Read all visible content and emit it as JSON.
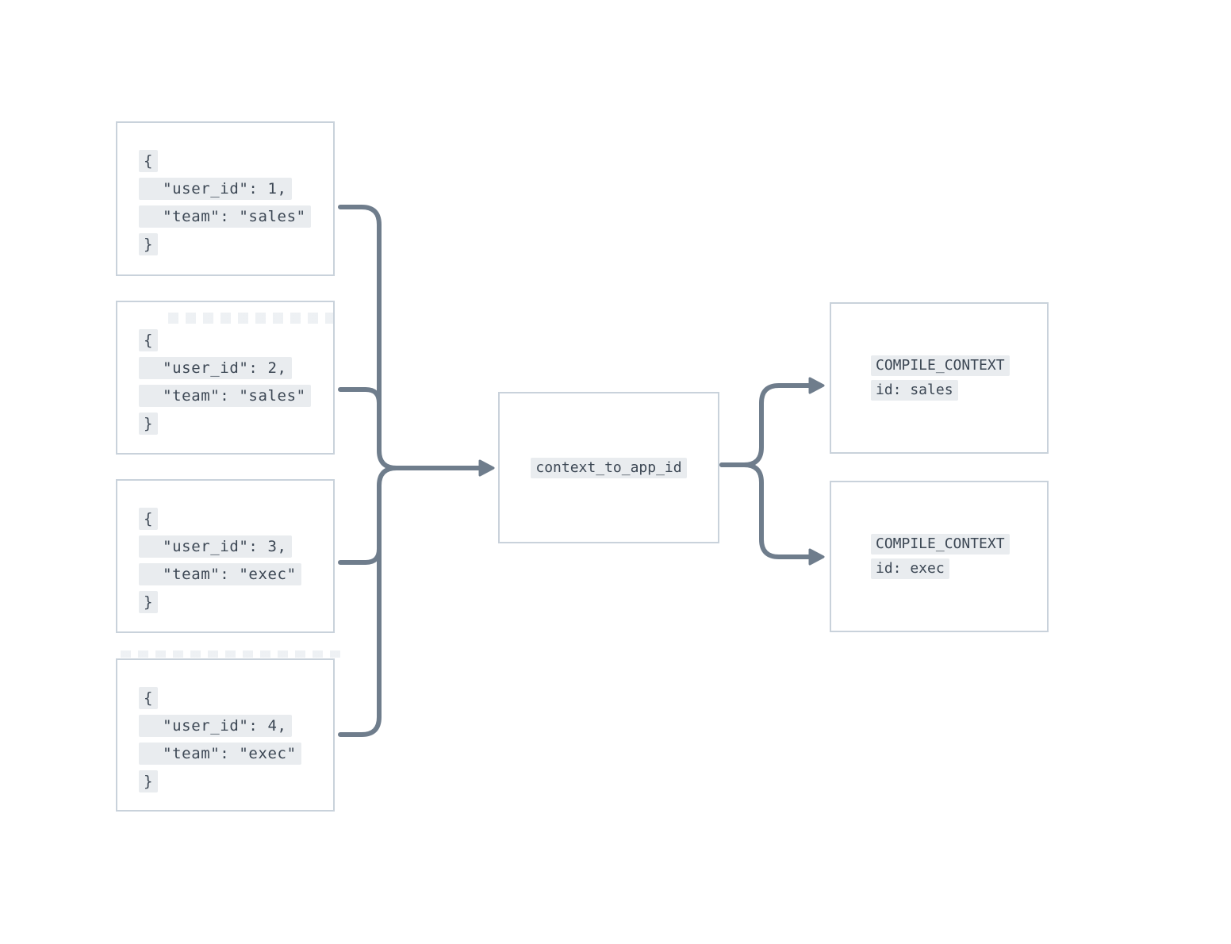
{
  "diagram": {
    "inputs": [
      {
        "lines": [
          "{",
          "  \"user_id\": 1,",
          "  \"team\": \"sales\"",
          "}"
        ]
      },
      {
        "lines": [
          "{",
          "  \"user_id\": 2,",
          "  \"team\": \"sales\"",
          "}"
        ]
      },
      {
        "lines": [
          "{",
          "  \"user_id\": 3,",
          "  \"team\": \"exec\"",
          "}"
        ]
      },
      {
        "lines": [
          "{",
          "  \"user_id\": 4,",
          "  \"team\": \"exec\"",
          "}"
        ]
      }
    ],
    "processor": {
      "label": "context_to_app_id"
    },
    "outputs": [
      {
        "title": "COMPILE_CONTEXT",
        "subtitle": "id: sales"
      },
      {
        "title": "COMPILE_CONTEXT",
        "subtitle": "id: exec"
      }
    ],
    "colors": {
      "connector": "#6F7D8C",
      "box_border": "#C9D2DB",
      "chip_background": "#E9ECEF",
      "text": "#3C4754",
      "background": "#FFFFFF"
    }
  }
}
